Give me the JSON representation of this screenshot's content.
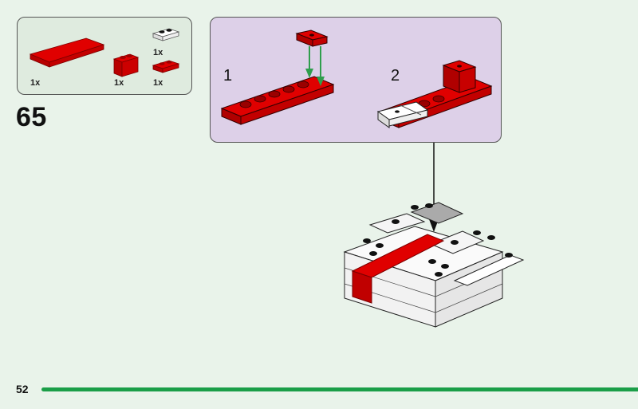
{
  "page": {
    "step_number": "65",
    "page_number": "52",
    "progress_percent": 100
  },
  "parts_list": {
    "items": [
      {
        "name": "red-tile-2x6",
        "color": "red",
        "quantity": "1x"
      },
      {
        "name": "red-brick-1x2",
        "color": "red",
        "quantity": "1x"
      },
      {
        "name": "white-plate-1x2-with-rail",
        "color": "white",
        "quantity": "1x"
      },
      {
        "name": "red-plate-1x2",
        "color": "red",
        "quantity": "1x"
      }
    ]
  },
  "sub_assembly": {
    "steps": [
      {
        "label": "1"
      },
      {
        "label": "2"
      }
    ]
  },
  "colors": {
    "brick_red": "#d40000",
    "arrow_green": "#2f9e4c",
    "progress_green": "#1b9e48",
    "parts_bg": "#dfebdf",
    "sub_bg": "#ddd0e8",
    "page_bg": "#e9f3ea"
  }
}
